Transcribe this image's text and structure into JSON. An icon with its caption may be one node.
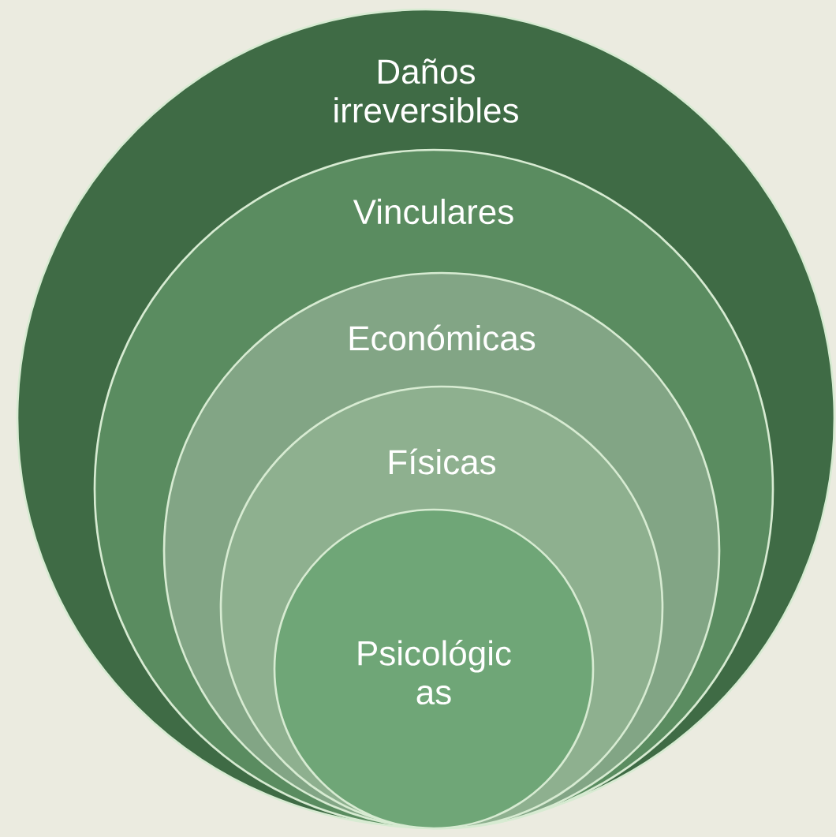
{
  "diagram": {
    "nodes": [
      {
        "text": [
          "Daños irreversibles"
        ]
      },
      {
        "text": [
          "Vinculares"
        ],
        "in": 0
      },
      {
        "text": [
          "Económicas"
        ],
        "in": 1
      },
      {
        "text": [
          "Físicas"
        ],
        "in": 2
      },
      {
        "text": [
          "Psicológic as"
        ],
        "in": 3
      }
    ]
  }
}
